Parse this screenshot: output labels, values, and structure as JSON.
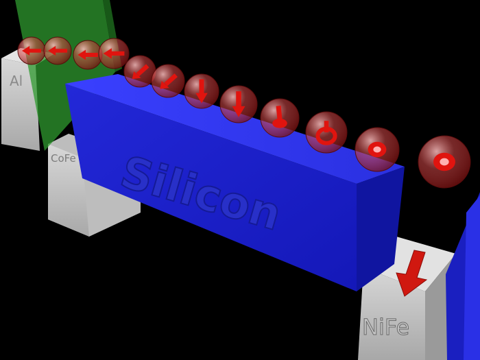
{
  "labels": {
    "aluminum": "Al",
    "cofe": "CoFe",
    "silicon": "Silicon",
    "nife": "NiFe"
  },
  "colors": {
    "background": "#000000",
    "silicon_front": "#1f24cf",
    "silicon_top": "#2a30e6",
    "silicon_side": "#1218a8",
    "metal_block": "#c8c8c8",
    "cofe_layer": "#2f8f2f",
    "spin_arrow": "#e0140f",
    "electron_sphere": "#ff5a5a"
  },
  "electrons": [
    {
      "spin": "left-arrow"
    },
    {
      "spin": "left-arrow"
    },
    {
      "spin": "left-arrow"
    },
    {
      "spin": "left-arrow"
    },
    {
      "spin": "down-left-arrow"
    },
    {
      "spin": "down-left-arrow"
    },
    {
      "spin": "down-arrow"
    },
    {
      "spin": "down-arrow"
    },
    {
      "spin": "down-tilted-arrow"
    },
    {
      "spin": "toward-viewer-arrow"
    },
    {
      "spin": "toward-viewer-dot"
    },
    {
      "spin": "toward-viewer-dot"
    }
  ]
}
